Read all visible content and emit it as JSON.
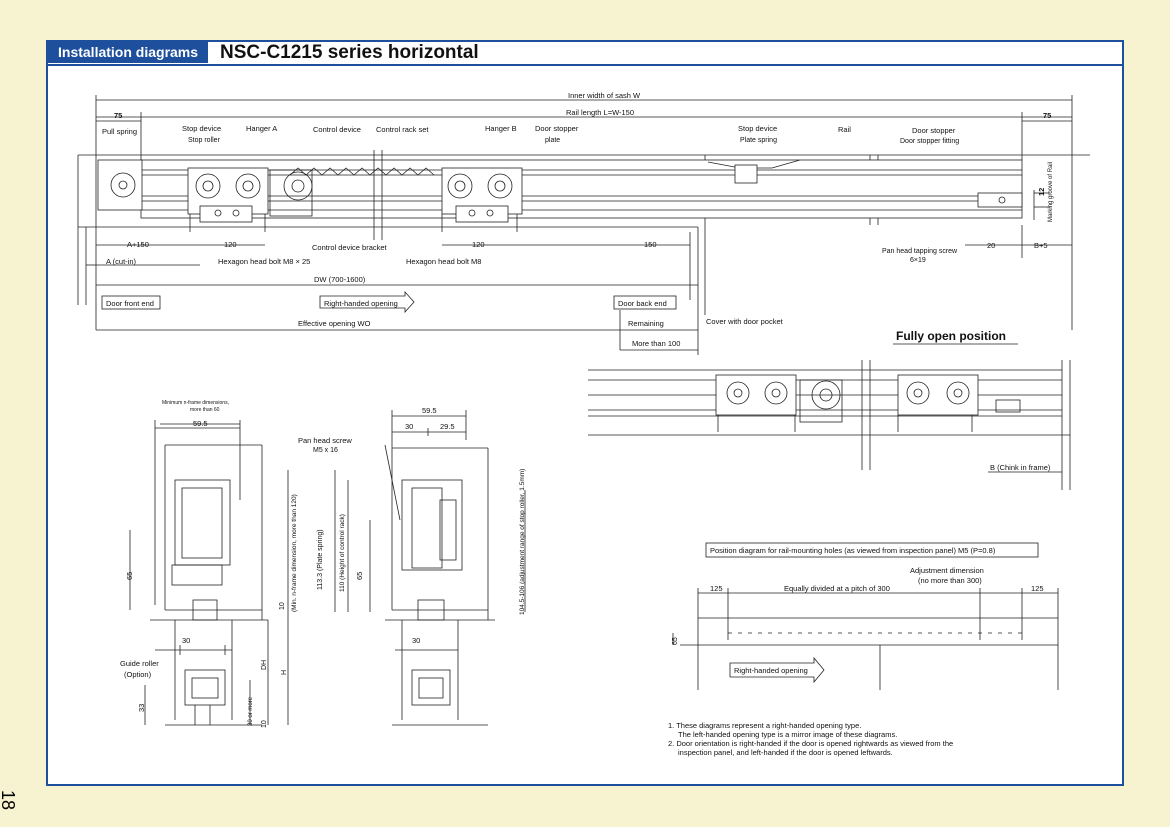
{
  "header": {
    "section_tag": "Installation diagrams",
    "title": "NSC-C1215 series horizontal"
  },
  "page_number": "18",
  "main_diagram": {
    "dims": {
      "inner_width": "Inner width of sash W",
      "rail_length": "Rail length L=W-150",
      "left_75": "75",
      "right_75": "75",
      "a150": "A+150",
      "d120a": "120",
      "d120b": "120",
      "d150": "150",
      "a_cut": "A (cut-in)",
      "dw": "DW (700-1600)",
      "effective": "Effective opening WO",
      "remaining": "Remaining",
      "more100": "More than 100",
      "d20": "20",
      "b5": "B+5",
      "d12": "12"
    },
    "labels": {
      "pull_spring": "Pull spring",
      "stop_device": "Stop device",
      "stop_roller": "Stop roller",
      "hanger_a": "Hanger A",
      "control_device": "Control device",
      "control_rack_set": "Control rack set",
      "hanger_b": "Hanger B",
      "door_stopper_plate_1": "Door stopper",
      "door_stopper_plate_2": "plate",
      "stop_device_r": "Stop device",
      "plate_spring": "Plate spring",
      "rail": "Rail",
      "door_stopper": "Door stopper",
      "door_stopper_fitting": "Door stopper fitting",
      "marking_groove": "Marking groove of Rail",
      "control_bracket": "Control device bracket",
      "hex_bolt_25": "Hexagon head bolt M8 × 25",
      "hex_bolt": "Hexagon head bolt M8",
      "pan_tapping": "Pan head tapping screw",
      "pan_tapping_size": "6×19",
      "door_front_end": "Door front end",
      "right_opening": "Right-handed opening",
      "door_back_end": "Door back end",
      "cover_pocket": "Cover with door pocket"
    }
  },
  "fully_open": {
    "title": "Fully open position",
    "chink": "B (Chink in frame)"
  },
  "section_views": {
    "min_frame_1": "Minimum n-frame dimensions,",
    "min_frame_2": "more than 60",
    "d59_5a": "59.5",
    "d59_5b": "59.5",
    "d30a": "30",
    "d29_5": "29.5",
    "pan_screw": "Pan head screw",
    "pan_screw_size": "M5 x 16",
    "d65a": "65",
    "min_nframe_vert": "(Min. n-frame dimension, more than 120)",
    "plate_spring_vert": "113.3 (Plate spring)",
    "control_rack_vert": "110 (Height of control rack)",
    "d65b": "65",
    "adjust_vert": "104.5-106 (adjustment range of stop roller, 1.5mm)",
    "d30b": "30",
    "d30c": "30",
    "d10a": "10",
    "d10b": "10",
    "dh": "DH",
    "h": "H",
    "guide_roller": "Guide roller",
    "option": "(Option)",
    "d33": "33",
    "thirty_more": "30 or more"
  },
  "rail_holes": {
    "title": "Position diagram for rail-mounting holes (as viewed from inspection panel) M5 (P=0.8)",
    "adjust_1": "Adjustment dimension",
    "adjust_2": "(no more than 300)",
    "d125a": "125",
    "d125b": "125",
    "pitch": "Equally divided at a pitch of 300",
    "d65": "65",
    "right_opening": "Right-handed opening"
  },
  "notes": [
    "1. These diagrams represent a right-handed opening type.",
    "The left-handed opening type is a mirror image of these diagrams.",
    "2. Door orientation is right-handed if the door is opened rightwards as viewed from the",
    "inspection panel, and left-handed if the door is opened leftwards."
  ]
}
